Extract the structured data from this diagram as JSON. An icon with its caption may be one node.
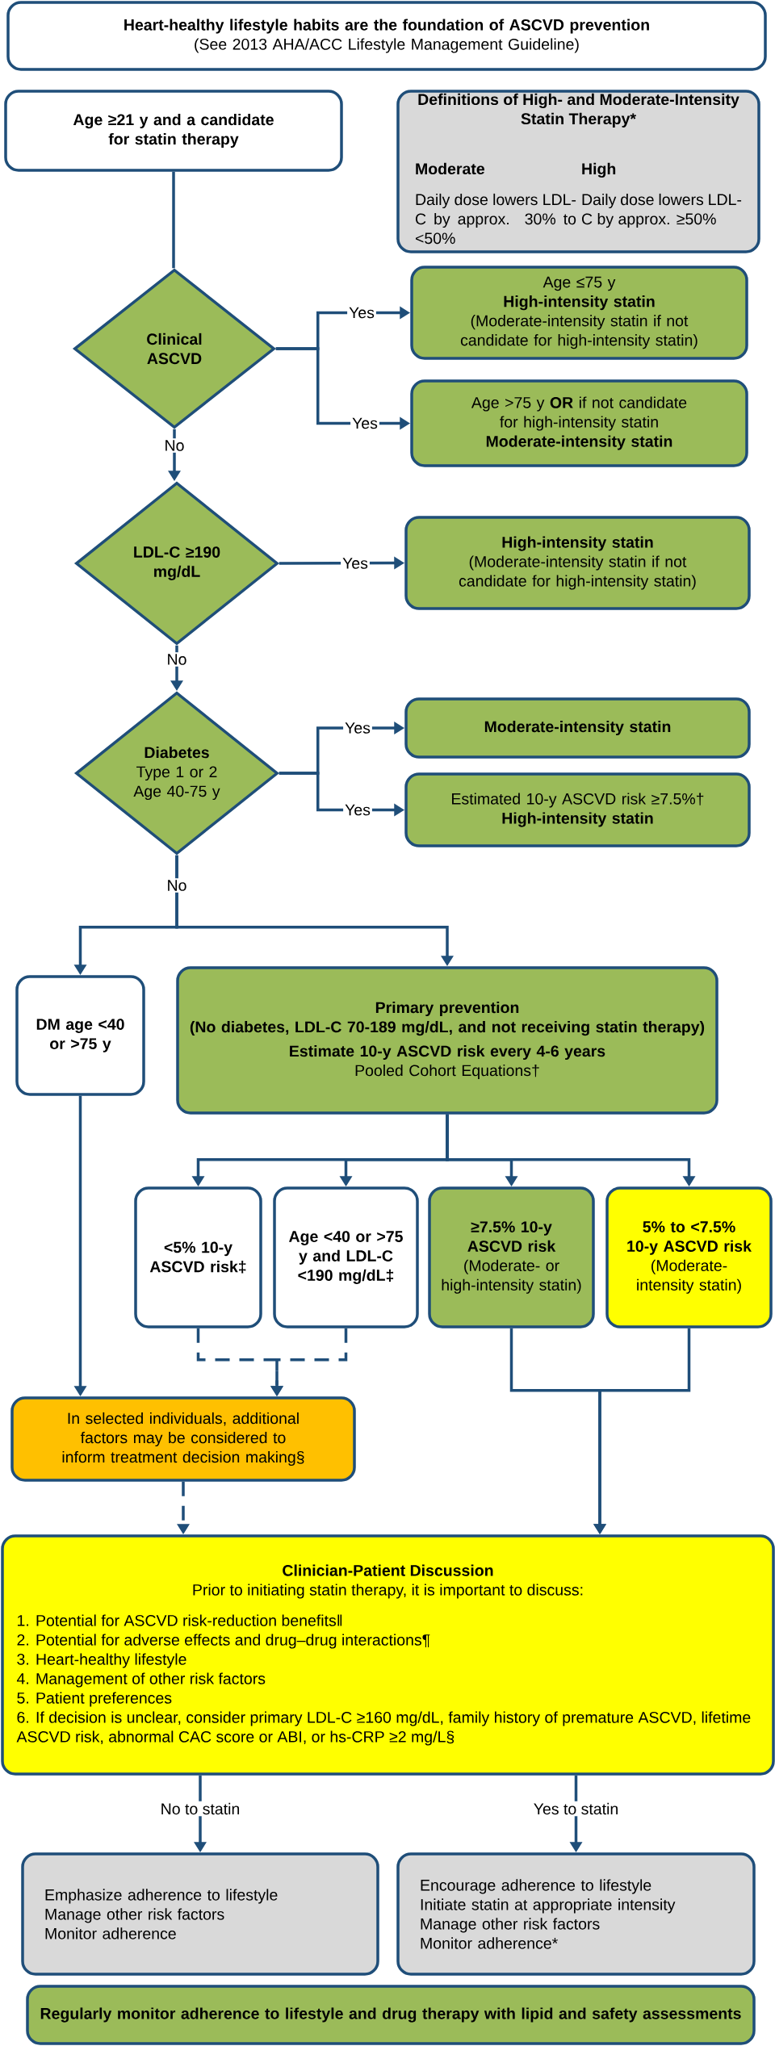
{
  "diagram": {
    "nodes": [
      {
        "text": [
          "Heart-healthy lifestyle habits are the foundation of ASCVD prevention",
          "(See 2013 AHA/ACC Lifestyle Management Guideline)"
        ]
      },
      {
        "text": [
          "Age ≥21 y and a candidate for statin therapy"
        ]
      },
      {
        "text": [
          "Definitions of High- and Moderate-Intensity Statin Therapy*",
          "Moderate",
          "Daily dose lowers LDL-C by approx. 30% to <50%",
          "High",
          "Daily dose lowers LDL-C by approx. ≥50%"
        ]
      },
      {
        "text": [
          "Clinical ASCVD"
        ]
      },
      {
        "text": [
          "Age ≤75 y",
          "High-intensity statin",
          "(Moderate-intensity statin if not candidate for high-intensity statin)"
        ]
      },
      {
        "text": [
          "Age >75 y **OR** if not candidate for high-intensity statin",
          "Moderate-intensity statin"
        ]
      },
      {
        "text": [
          "LDL-C ≥190 mg/dL"
        ]
      },
      {
        "text": [
          "High-intensity statin",
          "(Moderate-intensity statin if not candidate for high-intensity statin)"
        ]
      },
      {
        "text": [
          "Diabetes",
          "Type 1 or 2 Age 40-75 y"
        ]
      },
      {
        "text": [
          "Moderate-intensity statin"
        ]
      },
      {
        "text": [
          "Estimated 10-y ASCVD risk ≥7.5%†",
          "High-intensity statin"
        ]
      },
      {
        "text": [
          "DM age <40 or >75 y"
        ]
      },
      {
        "text": [
          "Primary prevention",
          "(No diabetes, LDL-C 70-189 mg/dL, and not receiving statin therapy)",
          "Estimate 10-y ASCVD risk every 4-6 years",
          "Pooled Cohort Equations†"
        ]
      },
      {
        "text": [
          "<5% 10-y ASCVD risk‡"
        ]
      },
      {
        "text": [
          "Age <40 or >75 y and LDL-C <190 mg/dL‡"
        ]
      },
      {
        "text": [
          "≥7.5% 10-y ASCVD risk",
          "(Moderate- or high-intensity statin)"
        ]
      },
      {
        "text": [
          "5% to <7.5% 10-y ASCVD risk",
          "(Moderate-intensity statin)"
        ]
      },
      {
        "text": [
          "In selected individuals, additional factors may be considered to inform treatment decision making§"
        ]
      },
      {
        "text": [
          "Clinician-Patient Discussion",
          "Prior to initiating statin therapy, it is important to discuss:",
          "1. Potential for ASCVD risk-reduction benefits‖",
          "2. Potential for adverse effects and drug–drug interactions¶",
          "3. Heart-healthy lifestyle",
          "4. Management of other risk factors",
          "5. Patient preferences",
          "6. If decision is unclear, consider primary LDL-C ≥160 mg/dL, family history of premature ASCVD, lifetime ASCVD risk, abnormal CAC score or ABI, or hs-CRP ≥2 mg/L§"
        ]
      },
      {
        "text": [
          "Emphasize adherence to lifestyle",
          "Manage other risk factors",
          "Monitor adherence"
        ]
      },
      {
        "text": [
          "Encourage adherence to lifestyle",
          "Initiate statin at appropriate intensity",
          "Manage other risk factors",
          "Monitor adherence*"
        ]
      },
      {
        "text": [
          "Regularly monitor adherence to lifestyle and drug therapy with lipid and safety assessments"
        ]
      }
    ],
    "edges": [
      {
        "from": 1,
        "to": 3,
        "arrow": "none"
      },
      {
        "from": 3,
        "to": 4,
        "arrow": "to",
        "label": "Yes"
      },
      {
        "from": 3,
        "to": 5,
        "arrow": "to",
        "label": "Yes"
      },
      {
        "from": 3,
        "to": 6,
        "arrow": "to",
        "label": "No"
      },
      {
        "from": 6,
        "to": 7,
        "arrow": "to",
        "label": "Yes"
      },
      {
        "from": 6,
        "to": 8,
        "arrow": "to",
        "label": "No"
      },
      {
        "from": 8,
        "to": 9,
        "arrow": "to",
        "label": "Yes"
      },
      {
        "from": 8,
        "to": 10,
        "arrow": "to",
        "label": "Yes"
      },
      {
        "from": 8,
        "to": 11,
        "arrow": "to",
        "label": "No"
      },
      {
        "from": 8,
        "to": 12,
        "arrow": "to"
      },
      {
        "from": 12,
        "to": 13,
        "arrow": "to"
      },
      {
        "from": 12,
        "to": 14,
        "arrow": "to"
      },
      {
        "from": 12,
        "to": 15,
        "arrow": "to"
      },
      {
        "from": 12,
        "to": 16,
        "arrow": "to"
      },
      {
        "from": 11,
        "to": 17,
        "arrow": "to"
      },
      {
        "from": 13,
        "to": 17,
        "arrow": "to",
        "style": "dashed"
      },
      {
        "from": 14,
        "to": 17,
        "arrow": "to",
        "style": "dashed"
      },
      {
        "from": 15,
        "to": 18,
        "arrow": "to"
      },
      {
        "from": 16,
        "to": 18,
        "arrow": "to"
      },
      {
        "from": 17,
        "to": 18,
        "arrow": "to",
        "style": "dashed"
      },
      {
        "from": 18,
        "to": 19,
        "arrow": "to",
        "label": "No to statin"
      },
      {
        "from": 18,
        "to": 20,
        "arrow": "to",
        "label": "Yes to statin"
      }
    ]
  }
}
